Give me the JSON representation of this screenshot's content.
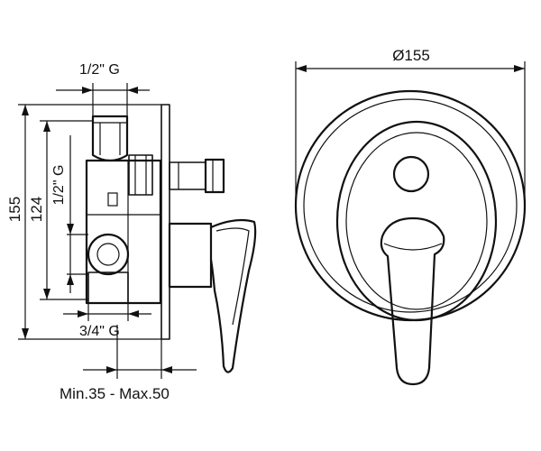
{
  "dimensions": {
    "top_inlet": "1/2\" G",
    "side_inlet": "1/2\" G",
    "bottom_outlet": "3/4\" G",
    "overall_height": "155",
    "inner_height": "124",
    "depth_range": "Min.35 - Max.50",
    "cover_diameter": "Ø155"
  }
}
